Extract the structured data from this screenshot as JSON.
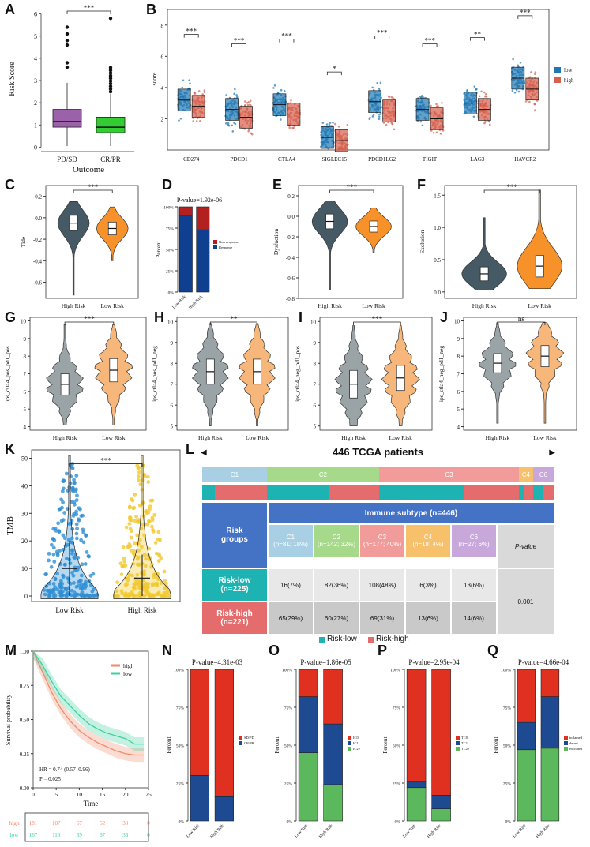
{
  "panels": {
    "A": {
      "label": "A",
      "xlabel": "Outcome",
      "ylabel": "Risk Score",
      "sig": "***",
      "yticks": [
        "0",
        "1",
        "2",
        "3",
        "4",
        "5",
        "6"
      ],
      "categories": [
        "PD/SD",
        "CR/PR"
      ],
      "colors": [
        "#9b62a9",
        "#33cc33"
      ]
    },
    "B": {
      "label": "B",
      "ylabel": "score",
      "legend": [
        "low",
        "high"
      ],
      "colors": [
        "#1f77b4",
        "#d6604d"
      ],
      "yticks": [
        "2",
        "4",
        "6",
        "8"
      ],
      "genes": [
        "CD274",
        "PDCD1",
        "CTLA4",
        "SIGLEC15",
        "PDCD1LG2",
        "TIGIT",
        "LAG3",
        "HAVCR2"
      ],
      "sigs": [
        "***",
        "***",
        "***",
        "*",
        "***",
        "***",
        "**",
        "***"
      ]
    },
    "C": {
      "label": "C",
      "ylabel": "Tide",
      "sig": "***",
      "categories": [
        "High Risk",
        "Low Risk"
      ],
      "yticks": [
        "0.2",
        "0.0",
        "-0.2",
        "-0.4",
        "-0.6"
      ]
    },
    "D": {
      "label": "D",
      "title": "P-value=1.92e-06",
      "ylabel": "Percent",
      "categories": [
        "Low Risk",
        "High Risk"
      ],
      "legend": [
        "Non-response",
        "Response"
      ],
      "yticks": [
        "100%",
        "75%",
        "50%",
        "25%",
        "0%"
      ]
    },
    "E": {
      "label": "E",
      "ylabel": "Dysfuction",
      "sig": "***",
      "categories": [
        "High Risk",
        "Low Risk"
      ],
      "yticks": [
        "0.2",
        "0.0",
        "-0.2",
        "-0.4",
        "-0.6",
        "-0.8"
      ]
    },
    "F": {
      "label": "F",
      "ylabel": "Exclusion",
      "sig": "***",
      "categories": [
        "High Risk",
        "Low Risk"
      ],
      "yticks": [
        "1.5",
        "1.0",
        "0.5",
        "0.0"
      ]
    },
    "G": {
      "label": "G",
      "ylabel": "ips_ctla4_pos_pd1_pos",
      "sig": "***",
      "categories": [
        "High Risk",
        "Low Risk"
      ],
      "yticks": [
        "10",
        "9",
        "8",
        "7",
        "6",
        "5",
        "4"
      ]
    },
    "H": {
      "label": "H",
      "ylabel": "ips_ctla4_pos_pd1_neg",
      "sig": "**",
      "categories": [
        "High Risk",
        "Low Risk"
      ],
      "yticks": [
        "10",
        "9",
        "8",
        "7",
        "6",
        "5"
      ]
    },
    "I": {
      "label": "I",
      "ylabel": "ips_ctla4_neg_pd1_pos",
      "sig": "***",
      "categories": [
        "High Risk",
        "Low Risk"
      ],
      "yticks": [
        "10",
        "9",
        "8",
        "7",
        "6",
        "5"
      ]
    },
    "J": {
      "label": "J",
      "ylabel": "ips_ctla4_neg_pd1_neg",
      "sig": "ns",
      "categories": [
        "High Risk",
        "Low Risk"
      ],
      "yticks": [
        "10",
        "9",
        "8",
        "7",
        "6",
        "5",
        "4"
      ]
    },
    "K": {
      "label": "K",
      "ylabel": "TMB",
      "sig": "***",
      "categories": [
        "Low Risk",
        "High Risk"
      ],
      "yticks": [
        "50",
        "40",
        "30",
        "20",
        "10",
        "0"
      ]
    },
    "L": {
      "label": "L",
      "title": "446 TCGA patients",
      "subtypes": [
        "C1",
        "C2",
        "C3",
        "C4",
        "C6"
      ],
      "header": "Immune subtype (n=446)",
      "rowhead": "Risk\ngroups",
      "cols": [
        "C1\n(n=81; 18%)",
        "C2\n(n=142; 32%)",
        "C3\n(n=177; 40%)",
        "C4\n(n=18; 4%)",
        "C6\n(n=27; 6%)",
        "P-value"
      ],
      "rows": [
        {
          "name": "Risk-low\n(n=225)",
          "vals": [
            "16(7%)",
            "82(36%)",
            "108(48%)",
            "6(3%)",
            "13(6%)"
          ]
        },
        {
          "name": "Risk-high\n(n=221)",
          "vals": [
            "65(29%)",
            "60(27%)",
            "69(31%)",
            "13(6%)",
            "14(6%)"
          ]
        }
      ],
      "pvalue": "0.001",
      "legend": [
        "Risk-low",
        "Risk-high"
      ]
    },
    "M": {
      "label": "M",
      "ylabel": "Survival probability",
      "xlabel": "Time",
      "legend": [
        "high",
        "low"
      ],
      "hr": "HR = 0.74 (0.57–0.96)",
      "p": "P = 0.025",
      "yticks": [
        "1.00",
        "0.75",
        "0.50",
        "0.25",
        "0.00"
      ],
      "xticks": [
        "0",
        "5",
        "10",
        "15",
        "20",
        "25"
      ],
      "risk_high": [
        "181",
        "107",
        "67",
        "52",
        "30",
        "0"
      ],
      "risk_low": [
        "167",
        "116",
        "89",
        "67",
        "36",
        "0"
      ],
      "strata": [
        "high",
        "low"
      ]
    },
    "N": {
      "label": "N",
      "title": "P-value=4.31e-03",
      "ylabel": "Percent",
      "categories": [
        "Low Risk",
        "High Risk"
      ],
      "legend": [
        "SD/PD",
        "CR/PR"
      ],
      "yticks": [
        "100%",
        "75%",
        "50%",
        "25%",
        "0%"
      ]
    },
    "O": {
      "label": "O",
      "title": "P-value=1.86e-05",
      "ylabel": "Percent",
      "categories": [
        "Low Risk",
        "High Risk"
      ],
      "legend": [
        "IC0",
        "IC1",
        "IC2+"
      ],
      "yticks": [
        "100%",
        "75%",
        "50%",
        "25%",
        "0%"
      ]
    },
    "P": {
      "label": "P",
      "title": "P-value=2.95e-04",
      "ylabel": "Percent",
      "categories": [
        "Low Risk",
        "High Risk"
      ],
      "legend": [
        "TC0",
        "TC1",
        "TC2+"
      ],
      "yticks": [
        "100%",
        "75%",
        "50%",
        "25%",
        "0%"
      ]
    },
    "Q": {
      "label": "Q",
      "title": "P-value=4.66e-04",
      "ylabel": "Percent",
      "categories": [
        "Low Risk",
        "High Risk"
      ],
      "legend": [
        "inflamed",
        "desert",
        "excluded"
      ],
      "yticks": [
        "100%",
        "75%",
        "50%",
        "25%",
        "0%"
      ]
    }
  },
  "chart_data": [
    {
      "panel": "A",
      "type": "box",
      "categories": [
        "PD/SD",
        "CR/PR"
      ],
      "series": [
        {
          "q1": 0.9,
          "median": 1.15,
          "q3": 1.7,
          "lo": 0.05,
          "hi": 2.9
        },
        {
          "q1": 0.65,
          "median": 0.9,
          "q3": 1.35,
          "lo": 0.05,
          "hi": 2.4
        }
      ],
      "ylim": [
        -0.2,
        6.2
      ]
    },
    {
      "panel": "B",
      "type": "box",
      "categories": [
        "CD274",
        "PDCD1",
        "CTLA4",
        "SIGLEC15",
        "PDCD1LG2",
        "TIGIT",
        "LAG3",
        "HAVCR2"
      ],
      "series": [
        {
          "name": "low",
          "values": [
            3.2,
            2.6,
            2.9,
            0.8,
            3.1,
            2.6,
            3.0,
            4.6
          ]
        },
        {
          "name": "high",
          "values": [
            2.8,
            2.1,
            2.3,
            0.6,
            2.5,
            2.0,
            2.6,
            3.9
          ]
        }
      ],
      "ylim": [
        0,
        9
      ]
    },
    {
      "panel": "C",
      "type": "violin",
      "categories": [
        "High Risk",
        "Low Risk"
      ],
      "medians": [
        -0.05,
        -0.1
      ],
      "ylim": [
        -0.75,
        0.3
      ]
    },
    {
      "panel": "D",
      "type": "bar",
      "stacked": true,
      "categories": [
        "Low Risk",
        "High Risk"
      ],
      "series": [
        {
          "name": "Response",
          "values": [
            90,
            73
          ]
        },
        {
          "name": "Non-response",
          "values": [
            10,
            27
          ]
        }
      ]
    },
    {
      "panel": "E",
      "type": "violin",
      "categories": [
        "High Risk",
        "Low Risk"
      ],
      "medians": [
        -0.05,
        -0.1
      ],
      "ylim": [
        -0.8,
        0.3
      ]
    },
    {
      "panel": "F",
      "type": "violin",
      "categories": [
        "High Risk",
        "Low Risk"
      ],
      "medians": [
        0.28,
        0.4
      ],
      "ylim": [
        -0.1,
        1.65
      ]
    },
    {
      "panel": "G",
      "type": "violin",
      "categories": [
        "High Risk",
        "Low Risk"
      ],
      "medians": [
        6.4,
        7.2
      ],
      "ylim": [
        3.8,
        10.2
      ]
    },
    {
      "panel": "H",
      "type": "violin",
      "categories": [
        "High Risk",
        "Low Risk"
      ],
      "medians": [
        7.6,
        7.6
      ],
      "ylim": [
        4.8,
        10.2
      ]
    },
    {
      "panel": "I",
      "type": "violin",
      "categories": [
        "High Risk",
        "Low Risk"
      ],
      "medians": [
        7.0,
        7.3
      ],
      "ylim": [
        4.8,
        10.2
      ]
    },
    {
      "panel": "J",
      "type": "violin",
      "categories": [
        "High Risk",
        "Low Risk"
      ],
      "medians": [
        7.6,
        8.0
      ],
      "ylim": [
        3.8,
        10.2
      ]
    },
    {
      "panel": "K",
      "type": "violin",
      "categories": [
        "Low Risk",
        "High Risk"
      ],
      "medians": [
        10,
        6.5
      ],
      "ylim": [
        -2,
        53
      ]
    },
    {
      "panel": "M",
      "type": "line",
      "x": [
        0,
        2,
        4,
        6,
        8,
        10,
        12,
        14,
        16,
        18,
        20,
        22,
        24
      ],
      "series": [
        {
          "name": "high",
          "values": [
            1.0,
            0.85,
            0.7,
            0.58,
            0.49,
            0.42,
            0.37,
            0.33,
            0.3,
            0.27,
            0.25,
            0.24,
            0.24
          ]
        },
        {
          "name": "low",
          "values": [
            1.0,
            0.9,
            0.78,
            0.67,
            0.6,
            0.53,
            0.47,
            0.43,
            0.4,
            0.38,
            0.36,
            0.32,
            0.32
          ]
        }
      ],
      "xlim": [
        0,
        25
      ],
      "ylim": [
        0,
        1
      ]
    },
    {
      "panel": "N",
      "type": "bar",
      "stacked": true,
      "categories": [
        "Low Risk",
        "High Risk"
      ],
      "series": [
        {
          "name": "CR/PR",
          "values": [
            30,
            16
          ]
        },
        {
          "name": "SD/PD",
          "values": [
            70,
            84
          ]
        }
      ]
    },
    {
      "panel": "O",
      "type": "bar",
      "stacked": true,
      "categories": [
        "Low Risk",
        "High Risk"
      ],
      "series": [
        {
          "name": "IC2+",
          "values": [
            45,
            24
          ]
        },
        {
          "name": "IC1",
          "values": [
            37,
            40
          ]
        },
        {
          "name": "IC0",
          "values": [
            18,
            36
          ]
        }
      ]
    },
    {
      "panel": "P",
      "type": "bar",
      "stacked": true,
      "categories": [
        "Low Risk",
        "High Risk"
      ],
      "series": [
        {
          "name": "TC2+",
          "values": [
            22,
            8
          ]
        },
        {
          "name": "TC1",
          "values": [
            4,
            9
          ]
        },
        {
          "name": "TC0",
          "values": [
            74,
            83
          ]
        }
      ]
    },
    {
      "panel": "Q",
      "type": "bar",
      "stacked": true,
      "categories": [
        "Low Risk",
        "High Risk"
      ],
      "series": [
        {
          "name": "excluded",
          "values": [
            47,
            48
          ]
        },
        {
          "name": "desert",
          "values": [
            18,
            34
          ]
        },
        {
          "name": "inflamed",
          "values": [
            35,
            18
          ]
        }
      ]
    }
  ],
  "colors": {
    "red": "#e03020",
    "blue": "#1d4a91",
    "green": "#5cb85c",
    "navy": "#0f3f8f",
    "darkred": "#b41f1f",
    "slate": "#455a64",
    "orange": "#f7922a",
    "gray": "#9aa3a6",
    "lightorange": "#f7b67a",
    "tblblue": "#4472c4",
    "tblred": "#e46c6c",
    "teal": "#1db3b3",
    "salmon": "#e46c6c"
  }
}
